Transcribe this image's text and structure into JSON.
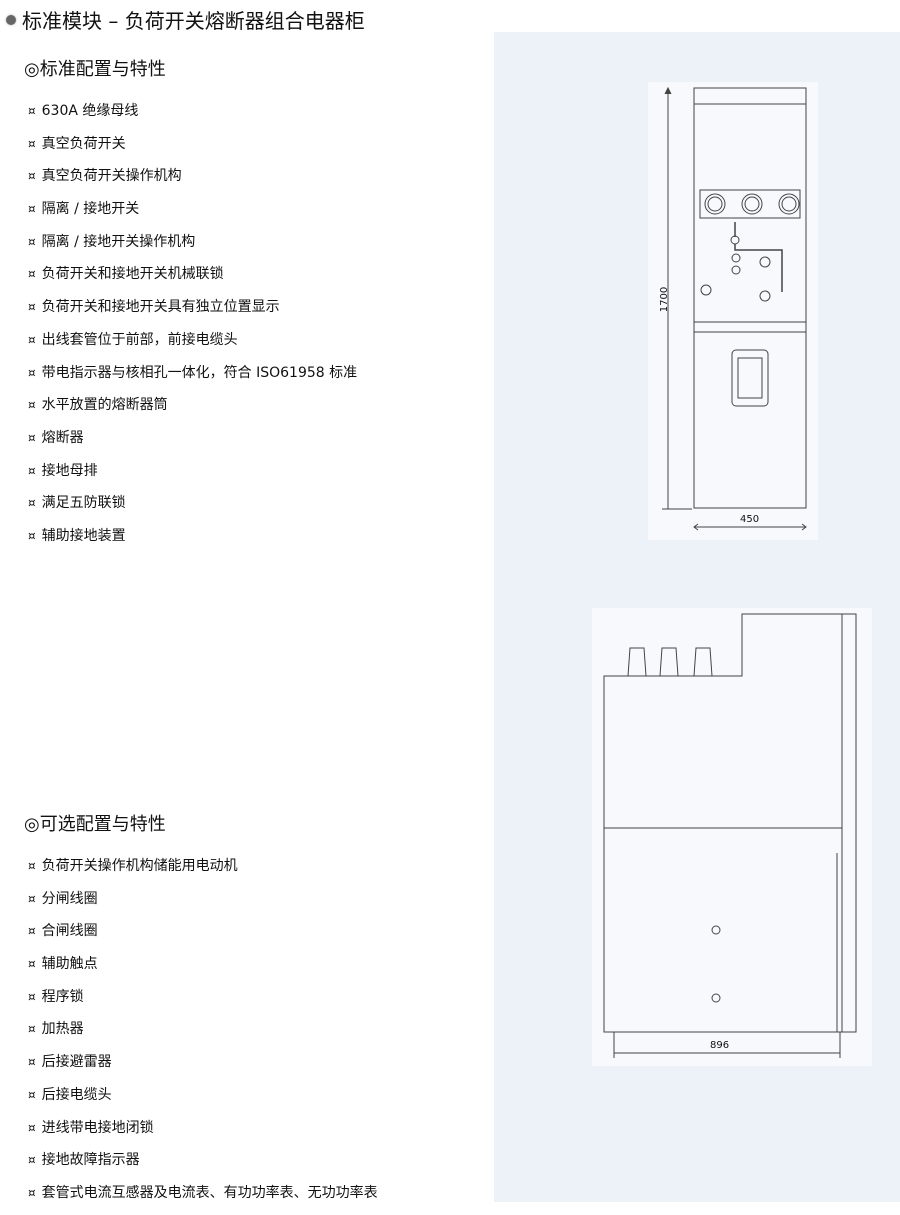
{
  "title": "标准模块 – 负荷开关熔断器组合电器柜",
  "bullet": "¤",
  "standard": {
    "heading": "◎标准配置与特性",
    "items": [
      "630A 绝缘母线",
      "真空负荷开关",
      "真空负荷开关操作机构",
      "隔离 / 接地开关",
      "隔离 / 接地开关操作机构",
      "负荷开关和接地开关机械联锁",
      "负荷开关和接地开关具有独立位置显示",
      "出线套管位于前部，前接电缆头",
      "带电指示器与核相孔一体化，符合 ISO61958 标准",
      "水平放置的熔断器筒",
      "熔断器",
      "接地母排",
      "满足五防联锁",
      "辅助接地装置"
    ]
  },
  "optional": {
    "heading": "◎可选配置与特性",
    "items": [
      "负荷开关操作机构储能用电动机",
      "分闸线圈",
      "合闸线圈",
      "辅助触点",
      "程序锁",
      "加热器",
      "后接避雷器",
      "后接电缆头",
      "进线带电接地闭锁",
      "接地故障指示器",
      "套管式电流互感器及电流表、有功功率表、无功功率表"
    ]
  },
  "drawings": {
    "front": {
      "height_dim": "1700",
      "width_dim": "450"
    },
    "side": {
      "width_dim": "896"
    }
  }
}
